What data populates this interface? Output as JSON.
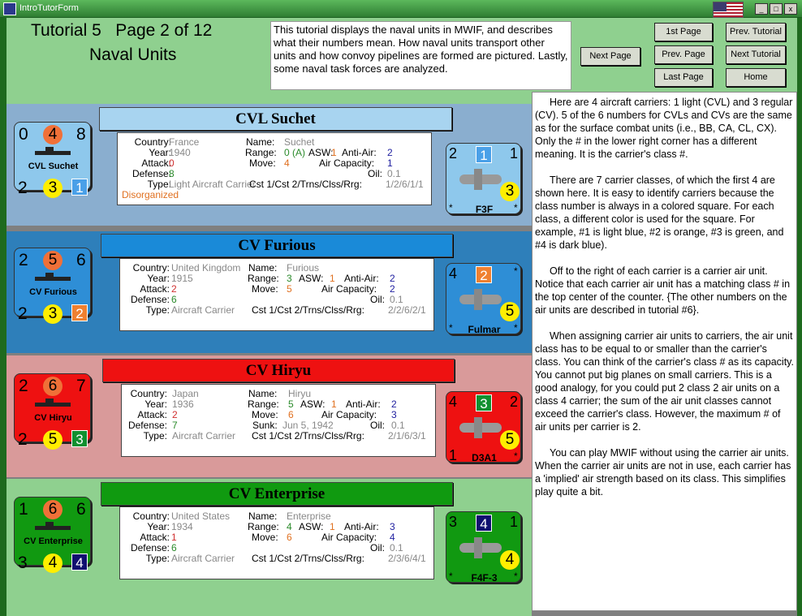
{
  "window": {
    "title": "IntroTutorForm"
  },
  "header": {
    "title": "Tutorial 5   Page 2 of 12",
    "subtitle": "Naval Units",
    "description": "This tutorial displays the naval units in MWIF, and describes what their numbers mean.  How naval units transport other units and how convoy pipelines are formed are pictured.  Lastly, some naval task forces are analyzed."
  },
  "nav": {
    "first": "1st Page",
    "prev_tutorial": "Prev. Tutorial",
    "next_page": "Next Page",
    "prev_page": "Prev. Page",
    "next_tutorial": "Next Tutorial",
    "last_page": "Last Page",
    "home": "Home"
  },
  "labels": {
    "country": "Country:",
    "year": "Year:",
    "attack": "Attack:",
    "defense": "Defense:",
    "type": "Type:",
    "name": "Name:",
    "range": "Range:",
    "asw": "ASW:",
    "antiair": "Anti-Air:",
    "move": "Move:",
    "aircap": "Air Capacity:",
    "oil": "Oil:",
    "sunk": "Sunk:",
    "cst": "Cst 1/Cst 2/Trns/Clss/Rrg:"
  },
  "units": [
    {
      "header": "CVL Suchet",
      "country": "France",
      "year": "1940",
      "attack": "0",
      "defense": "8",
      "type": "Light Aircraft Carrier",
      "status": "Disorganized",
      "name": "Suchet",
      "range": "0 (A)",
      "asw": "1",
      "antiair": "2",
      "move": "4",
      "aircap": "1",
      "oil": "0.1",
      "cst": "1/2/6/1/1",
      "counter": {
        "tl": "0",
        "tc": "4",
        "tr": "8",
        "name": "CVL Suchet",
        "bl": "2",
        "bc": "3",
        "br": "1"
      },
      "air": {
        "tl": "2",
        "tc": "1",
        "tr": "1",
        "mid": "3",
        "name": "F3F"
      }
    },
    {
      "header": "CV Furious",
      "country": "United Kingdom",
      "year": "1915",
      "attack": "2",
      "defense": "6",
      "type": "Aircraft Carrier",
      "name": "Furious",
      "range": "3",
      "asw": "1",
      "antiair": "2",
      "move": "5",
      "aircap": "2",
      "oil": "0.1",
      "cst": "2/2/6/2/1",
      "counter": {
        "tl": "2",
        "tc": "5",
        "tr": "6",
        "name": "CV Furious",
        "bl": "2",
        "bc": "3",
        "br": "2"
      },
      "air": {
        "tl": "4",
        "tc": "2",
        "tr": "",
        "mid": "5",
        "name": "Fulmar"
      }
    },
    {
      "header": "CV Hiryu",
      "country": "Japan",
      "year": "1936",
      "attack": "2",
      "defense": "7",
      "type": "Aircraft Carrier",
      "name": "Hiryu",
      "range": "5",
      "asw": "1",
      "antiair": "2",
      "move": "6",
      "aircap": "3",
      "sunk": "Jun 5, 1942",
      "oil": "0.1",
      "cst": "2/1/6/3/1",
      "counter": {
        "tl": "2",
        "tc": "6",
        "tr": "7",
        "name": "CV Hiryu",
        "bl": "2",
        "bc": "5",
        "br": "3"
      },
      "air": {
        "tl": "4",
        "tc": "3",
        "tr": "2",
        "mid": "5",
        "bl": "1",
        "name": "D3A1"
      }
    },
    {
      "header": "CV Enterprise",
      "country": "United States",
      "year": "1934",
      "attack": "1",
      "defense": "6",
      "type": "Aircraft Carrier",
      "name": "Enterprise",
      "range": "4",
      "asw": "1",
      "antiair": "3",
      "move": "6",
      "aircap": "4",
      "oil": "0.1",
      "cst": "2/3/6/4/1",
      "counter": {
        "tl": "1",
        "tc": "6",
        "tr": "6",
        "name": "CV Enterprise",
        "bl": "3",
        "bc": "4",
        "br": "4"
      },
      "air": {
        "tl": "3",
        "tc": "4",
        "tr": "1",
        "mid": "4",
        "name": "F4F-3"
      }
    }
  ],
  "right_text": [
    "Here are 4 aircraft carriers: 1 light (CVL) and 3 regular (CV).  5 of the 6 numbers for CVLs and CVs are the same as for the surface combat units (i.e., BB, CA, CL, CX).  Only the # in the lower right corner has a different meaning.  It is the carrier's class #.",
    "There are 7 carrier classes, of which the first 4 are shown here.  It is easy to identify carriers because the class number is always in a colored square.  For each class, a different color is used for the square.  For example, #1 is light blue, #2 is orange, #3 is green, and #4 is dark blue).",
    "Off to the right of each carrier is a carrier air unit.  Notice that each carrier air unit has a matching class # in the top center of the counter.  {The other numbers on the air units are described in tutorial #6}.",
    "When assigning carrier air units to carriers, the air unit class has to be equal to or smaller than the carrier's class. You can think of the carrier's class # as its capacity.  You cannot put big planes on small carriers. This is a good analogy, for you could put 2 class 2 air units on a class 4 carrier; the sum of the air unit classes cannot exceed the carrier's class. However, the maximum # of air units per carrier is 2.",
    "You can play MWIF without using the carrier air units. When the carrier air units are not in use, each carrier has a 'implied' air strength based on its class. This simplifies play quite a bit."
  ],
  "colors": {
    "band1": "#8aaecf",
    "band2": "#2e7fba",
    "band3": "#d99a9a",
    "band4": "#8fd08f",
    "class1": "#8ec8ec",
    "class2": "#f08030",
    "class3": "#109030",
    "class4": "#101070"
  }
}
